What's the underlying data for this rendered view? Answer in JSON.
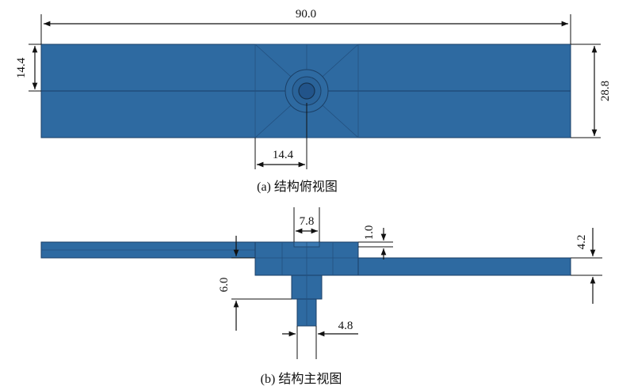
{
  "colors": {
    "part_fill": "#2e6aa1",
    "part_edge": "#1b3f66",
    "dimension": "#111111",
    "background": "#ffffff"
  },
  "top_view": {
    "caption": "(a) 结构俯视图",
    "dims": {
      "overall_length": "90.0",
      "half_width": "14.4",
      "overall_width": "28.8",
      "center_offset": "14.4"
    }
  },
  "front_view": {
    "caption": "(b) 结构主视图",
    "dims": {
      "inner_diameter": "7.8",
      "recess_depth": "1.0",
      "plate_thickness": "4.2",
      "boss_height": "6.0",
      "stem_width": "4.8"
    }
  }
}
